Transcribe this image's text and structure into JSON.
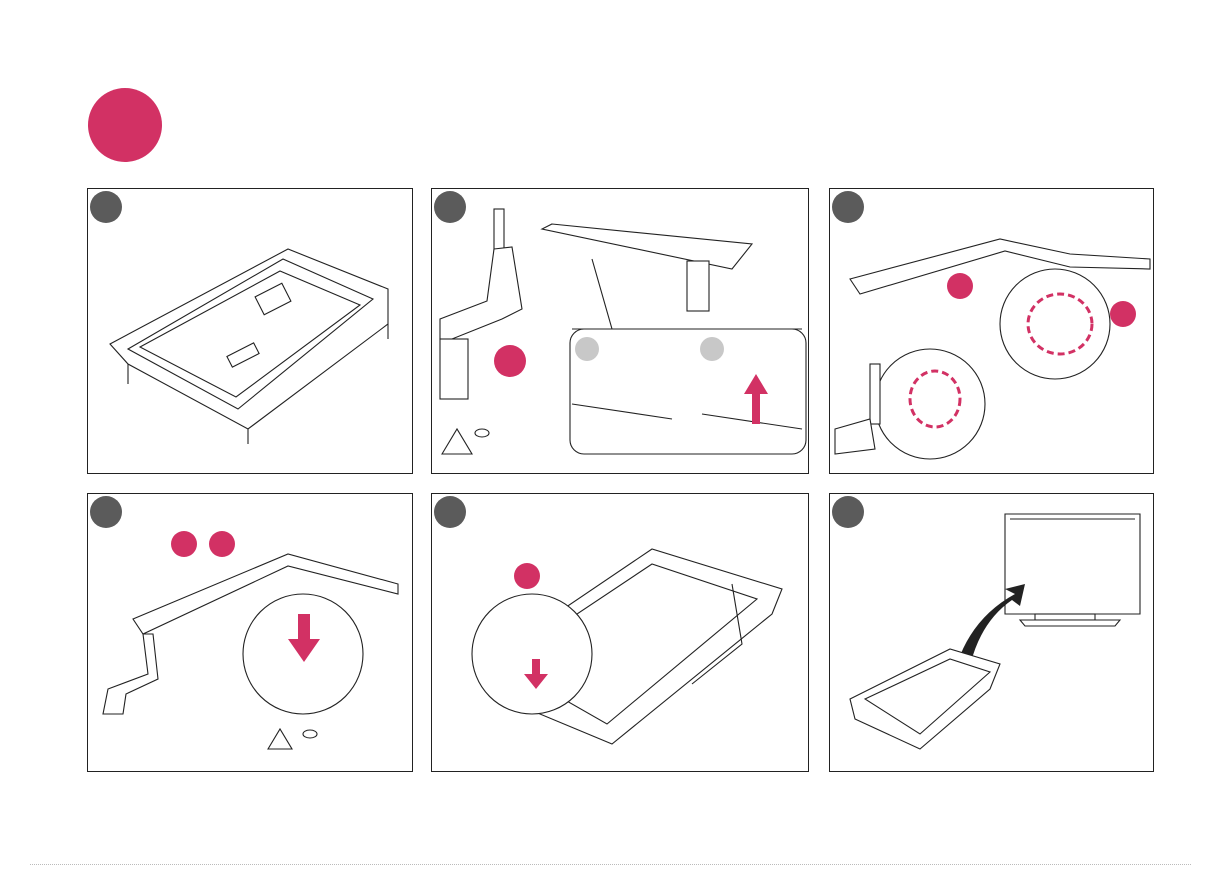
{
  "title_badge": {
    "color": "#d23164"
  },
  "panels": [
    {
      "step": "",
      "name": "tv-facedown"
    },
    {
      "step": "",
      "name": "stand-neck-assembly"
    },
    {
      "step": "",
      "name": "neck-base-attach"
    },
    {
      "step": "",
      "name": "base-screw"
    },
    {
      "step": "",
      "name": "stand-to-tv"
    },
    {
      "step": "",
      "name": "tv-upright"
    }
  ],
  "icons": {
    "warning": "warning-icon",
    "screw": "screw-icon",
    "arrow": "arrow-icon"
  }
}
